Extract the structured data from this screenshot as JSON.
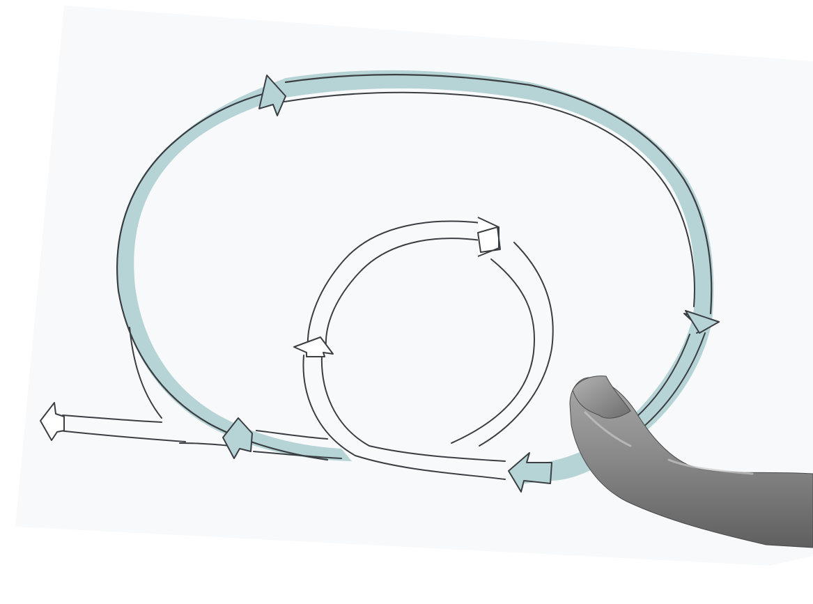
{
  "figure": {
    "kind": "hand-drawn feedback loop sketch",
    "paper_color": "#f8f9fa",
    "background_color": "#ffffff",
    "outer_loop": {
      "fill_color": "#b6d3d6",
      "stroke_color": "#3a3e42",
      "direction": "clockwise",
      "arrowheads": 4
    },
    "inner_loop": {
      "fill_color": "#ffffff",
      "stroke_color": "#3a3e42",
      "direction": "clockwise",
      "arrowheads": 2
    },
    "exit_arrow": {
      "fill_color": "#ffffff",
      "stroke_color": "#3a3e42",
      "direction": "left"
    },
    "hand": {
      "icon": "pointing-hand-icon",
      "color": "#8c8c8c",
      "style": "grayscale photo cutout"
    }
  }
}
